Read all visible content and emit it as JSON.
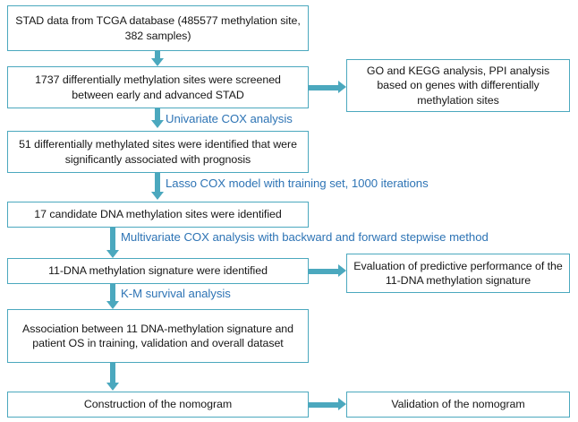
{
  "figure": {
    "type": "flowchart",
    "title": "",
    "accent_border_color": "#4BA8BE",
    "arrow_color": "#4BA8BE",
    "label_color": "#2E74B5",
    "node_text_color": "#161616",
    "background_color": "#ffffff"
  },
  "nodes": [
    {
      "id": "n1",
      "name": "stad-data-source",
      "text": "STAD data from TCGA database (485577 methylation site, 382 samples)"
    },
    {
      "id": "n2",
      "name": "differential-methylation-screening",
      "text": "1737 differentially methylation sites were screened between early and advanced STAD"
    },
    {
      "id": "n3",
      "name": "go-kegg-ppi-analysis",
      "text": "GO and KEGG analysis, PPI analysis based on genes with differentially methylation sites"
    },
    {
      "id": "n4",
      "name": "prognosis-associated-sites",
      "text": "51 differentially methylated sites were identified that were significantly associated with prognosis"
    },
    {
      "id": "n5",
      "name": "candidate-sites",
      "text": "17 candidate DNA methylation sites were identified"
    },
    {
      "id": "n6",
      "name": "signature-identified",
      "text": "11-DNA methylation signature were identified"
    },
    {
      "id": "n7",
      "name": "predictive-performance-evaluation",
      "text": "Evaluation of predictive performance of the 11-DNA methylation signature"
    },
    {
      "id": "n8",
      "name": "survival-association",
      "text": "Association between 11 DNA-methylation signature and patient OS in training, validation and overall dataset"
    },
    {
      "id": "n9",
      "name": "nomogram-construction",
      "text": "Construction of the nomogram"
    },
    {
      "id": "n10",
      "name": "nomogram-validation",
      "text": "Validation of the nomogram"
    }
  ],
  "step_labels": [
    {
      "id": "l1",
      "name": "univariate-cox-label",
      "text": "Univariate COX analysis"
    },
    {
      "id": "l2",
      "name": "lasso-cox-label",
      "text": "Lasso COX model with training set, 1000 iterations"
    },
    {
      "id": "l3",
      "name": "multivariate-cox-label",
      "text": "Multivariate COX analysis with backward and forward stepwise method"
    },
    {
      "id": "l4",
      "name": "km-survival-label",
      "text": "K-M survival analysis"
    }
  ],
  "edges": [
    {
      "name": "edge-n1-n2",
      "from": "n1",
      "to": "n2",
      "direction": "down"
    },
    {
      "name": "edge-n2-n3",
      "from": "n2",
      "to": "n3",
      "direction": "right"
    },
    {
      "name": "edge-n2-n4",
      "from": "n2",
      "to": "n4",
      "direction": "down",
      "label": "l1"
    },
    {
      "name": "edge-n4-n5",
      "from": "n4",
      "to": "n5",
      "direction": "down",
      "label": "l2"
    },
    {
      "name": "edge-n5-n6",
      "from": "n5",
      "to": "n6",
      "direction": "down",
      "label": "l3"
    },
    {
      "name": "edge-n6-n7",
      "from": "n6",
      "to": "n7",
      "direction": "right"
    },
    {
      "name": "edge-n6-n8",
      "from": "n6",
      "to": "n8",
      "direction": "down",
      "label": "l4"
    },
    {
      "name": "edge-n8-n9",
      "from": "n8",
      "to": "n9",
      "direction": "down"
    },
    {
      "name": "edge-n9-n10",
      "from": "n9",
      "to": "n10",
      "direction": "right"
    }
  ]
}
